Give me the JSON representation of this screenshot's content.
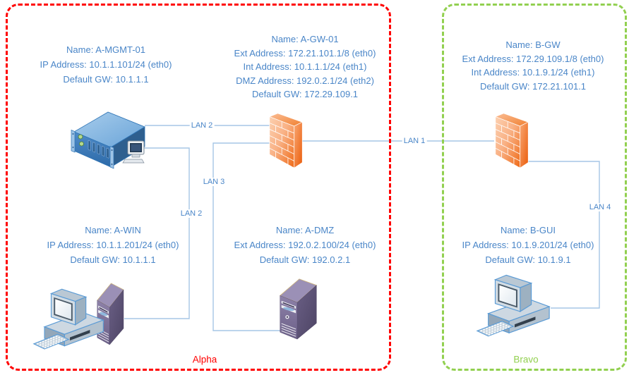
{
  "diagram": {
    "type": "network-topology",
    "zones": {
      "alpha": {
        "label": "Alpha",
        "border_color": "#ff0000"
      },
      "bravo": {
        "label": "Bravo",
        "border_color": "#92d050"
      }
    },
    "devices": {
      "a_mgmt": {
        "icon": "rack-server-icon",
        "zone": "Alpha",
        "lines": [
          "Name: A-MGMT-01",
          "IP Address: 10.1.1.101/24 (eth0)",
          "Default GW: 10.1.1.1"
        ]
      },
      "a_gw": {
        "icon": "firewall-icon",
        "zone": "Alpha",
        "lines": [
          "Name: A-GW-01",
          "Ext Address: 172.21.101.1/8 (eth0)",
          "Int Address: 10.1.1.1/24 (eth1)",
          "DMZ Address: 192.0.2.1/24 (eth2)",
          "Default GW: 172.29.109.1"
        ]
      },
      "b_gw": {
        "icon": "firewall-icon",
        "zone": "Bravo",
        "lines": [
          "Name: B-GW",
          "Ext Address: 172.29.109.1/8 (eth0)",
          "Int Address: 10.1.9.1/24 (eth1)",
          "Default GW: 172.21.101.1"
        ]
      },
      "a_win": {
        "icon": "workstation-with-tower-icon",
        "zone": "Alpha",
        "lines": [
          "Name: A-WIN",
          "IP Address: 10.1.1.201/24 (eth0)",
          "Default GW: 10.1.1.1"
        ]
      },
      "a_dmz": {
        "icon": "tower-server-icon",
        "zone": "Alpha",
        "lines": [
          "Name: A-DMZ",
          "Ext Address: 192.0.2.100/24 (eth0)",
          "Default GW: 192.0.2.1"
        ]
      },
      "b_gui": {
        "icon": "desktop-pc-icon",
        "zone": "Bravo",
        "lines": [
          "Name: B-GUI",
          "IP Address: 10.1.9.201/24 (eth0)",
          "Default GW: 10.1.9.1"
        ]
      }
    },
    "links": [
      {
        "label": "LAN 2",
        "connects": "A-MGMT-01 to A-GW-01"
      },
      {
        "label": "LAN 2",
        "connects": "A-MGMT-01 to A-WIN"
      },
      {
        "label": "LAN 3",
        "connects": "A-GW-01 to A-DMZ"
      },
      {
        "label": "LAN 1",
        "connects": "A-GW-01 to B-GW"
      },
      {
        "label": "LAN 4",
        "connects": "B-GW to B-GUI"
      }
    ],
    "colors": {
      "connector": "#a5c6e5",
      "label_text": "#4a86c8",
      "firewall_orange": "#ed7d31",
      "server_blue": "#4f8bc8",
      "tower_purple": "#6c6088",
      "pc_outline_blue": "#5b9bd5"
    }
  }
}
